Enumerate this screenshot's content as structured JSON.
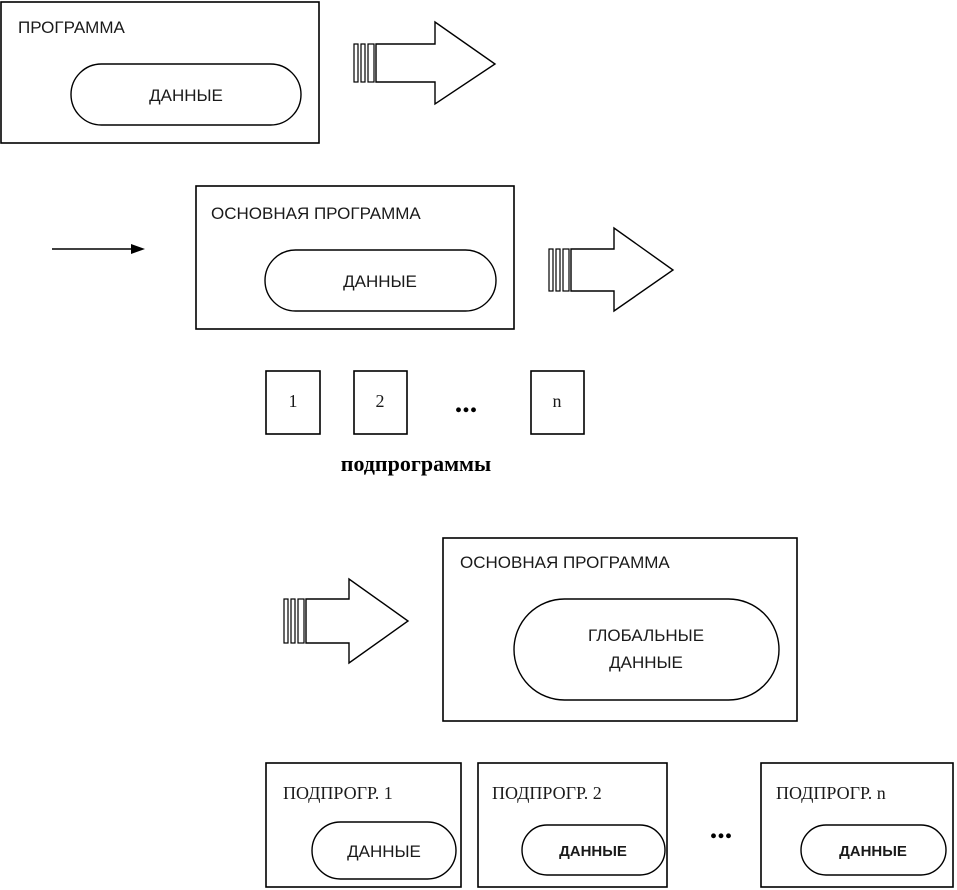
{
  "diagram1": {
    "program_label": "ПРОГРАММА",
    "data_label": "ДАННЫЕ"
  },
  "diagram2": {
    "main_program_label": "ОСНОВНАЯ ПРОГРАММА",
    "data_label": "ДАННЫЕ",
    "subprogram_boxes": [
      "1",
      "2",
      "n"
    ],
    "ellipsis": "...",
    "subprograms_caption": "подпрограммы"
  },
  "diagram3": {
    "main_program_label": "ОСНОВНАЯ ПРОГРАММА",
    "global_data_line1": "ГЛОБАЛЬНЫЕ",
    "global_data_line2": "ДАННЫЕ",
    "subprograms": [
      {
        "label": "ПОДПРОГР. 1",
        "data_label": "ДАННЫЕ"
      },
      {
        "label": "ПОДПРОГР. 2",
        "data_label": "ДАННЫЕ"
      },
      {
        "label": "ПОДПРОГР. n",
        "data_label": "ДАННЫЕ"
      }
    ],
    "ellipsis": "..."
  }
}
